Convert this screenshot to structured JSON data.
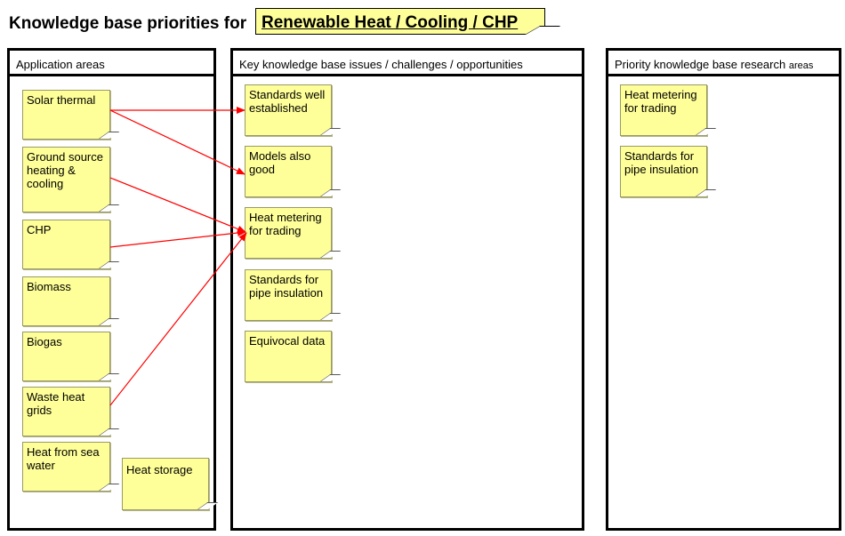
{
  "title": {
    "prefix": "Knowledge base priorities for",
    "topic": "Renewable Heat / Cooling / CHP"
  },
  "columns": {
    "application": "Application areas",
    "issues": "Key knowledge base issues / challenges / opportunities",
    "priority_main": "Priority knowledge base research",
    "priority_tail": "areas"
  },
  "application_notes": [
    "Solar thermal",
    "Ground source heating & cooling",
    "CHP",
    "Biomass",
    "Biogas",
    "Waste heat grids",
    "Heat from sea water",
    "Heat storage"
  ],
  "issue_notes": [
    "Standards well established",
    "Models also good",
    "Heat metering for trading",
    "Standards for pipe insulation",
    "Equivocal data"
  ],
  "priority_notes": [
    "Heat metering for trading",
    "Standards for pipe insulation"
  ],
  "colors": {
    "note_fill": "#ffff99",
    "arrow": "#ff0000"
  },
  "links": [
    {
      "from": "Solar thermal",
      "to": "Standards well established"
    },
    {
      "from": "Solar thermal",
      "to": "Models also good"
    },
    {
      "from": "Ground source heating & cooling",
      "to": "Heat metering for trading"
    },
    {
      "from": "CHP",
      "to": "Heat metering for trading"
    },
    {
      "from": "Waste heat grids",
      "to": "Heat metering for trading"
    }
  ]
}
